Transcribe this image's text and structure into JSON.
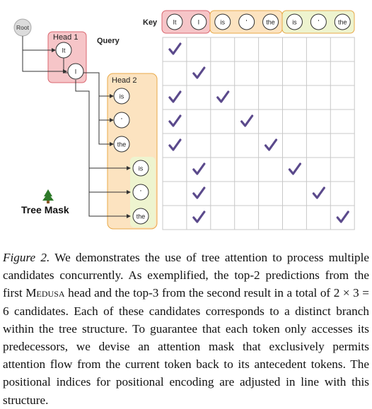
{
  "tree": {
    "root_label": "Root",
    "head1_label": "Head 1",
    "head2_label": "Head 2",
    "query_label": "Query",
    "key_label": "Key",
    "tree_mask_label": "Tree Mask",
    "head1_tokens": [
      "It",
      "I"
    ],
    "head2_tokens": [
      "is",
      "'",
      "the"
    ],
    "query_tokens": [
      "is",
      "'",
      "the",
      "is",
      "'",
      "the"
    ],
    "key_tokens": [
      "It",
      "I",
      "is",
      "'",
      "the",
      "is",
      "'",
      "the"
    ]
  },
  "mask": {
    "rows": 8,
    "cols": 8,
    "checks": [
      [
        0,
        0
      ],
      [
        1,
        1
      ],
      [
        2,
        0
      ],
      [
        2,
        2
      ],
      [
        3,
        0
      ],
      [
        3,
        3
      ],
      [
        4,
        0
      ],
      [
        4,
        4
      ],
      [
        5,
        1
      ],
      [
        5,
        5
      ],
      [
        6,
        1
      ],
      [
        6,
        6
      ],
      [
        7,
        1
      ],
      [
        7,
        7
      ]
    ]
  },
  "colors": {
    "head1_fill": "#f6c5c8",
    "head1_stroke": "#d9666f",
    "head2_fill": "#fce3c0",
    "head2_stroke": "#e8a948",
    "green_fill": "#eef4cf",
    "check": "#5b4a8c",
    "grid": "#c8c8c8"
  },
  "caption": {
    "figure_label": "Figure 2.",
    "part1": " We demonstrates the use of tree attention to process multiple candidates concurrently. As exemplified, the top-2 predictions from the first ",
    "medusa": "Medusa",
    "part2": " head and the top-3 from the second result in a total of 2 × 3 = 6 candidates. Each of these candidates corresponds to a distinct branch within the tree structure. To guarantee that each token only accesses its predecessors, we devise an attention mask that exclusively permits attention flow from the current token back to its antecedent tokens. The positional indices for positional encoding are adjusted in line with this structure."
  }
}
